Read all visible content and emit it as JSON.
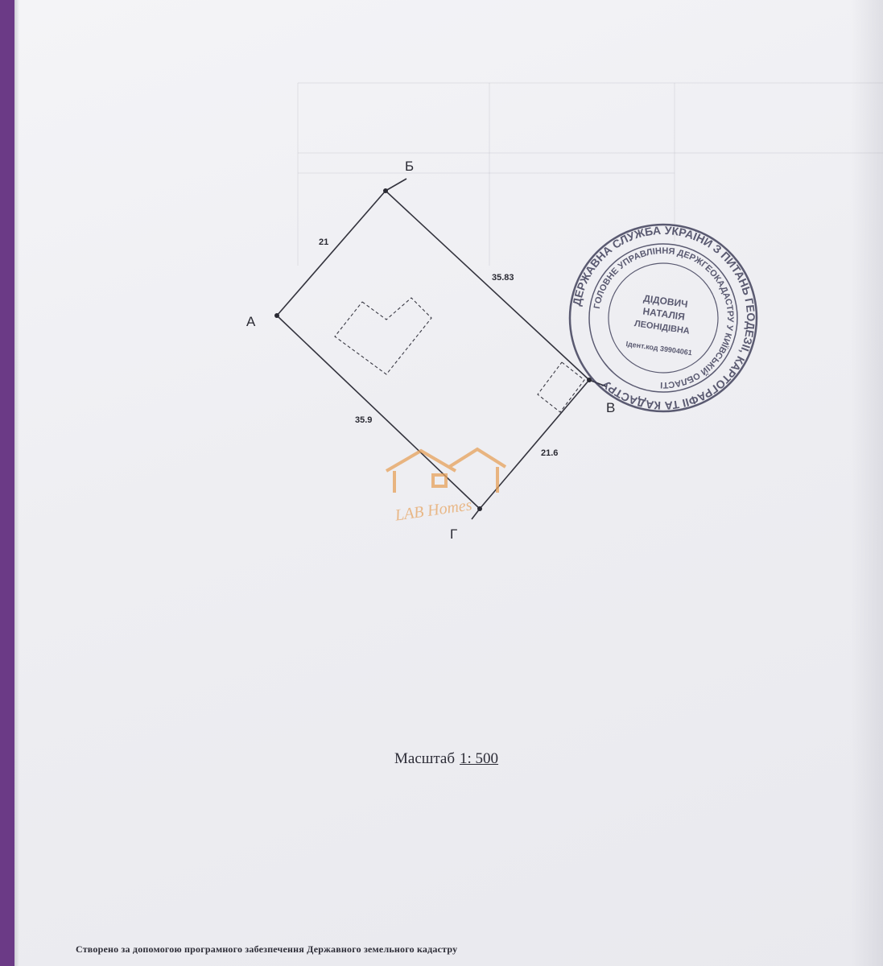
{
  "plan": {
    "points": {
      "a": "А",
      "b": "Б",
      "v": "В",
      "g": "Г"
    },
    "edges": {
      "ab": "21",
      "bv": "35.83",
      "ag": "35.9",
      "gv": "21.6"
    }
  },
  "stamp": {
    "outer_text": "ДЕРЖАВНА СЛУЖБА УКРАЇНИ З ПИТАНЬ ГЕОДЕЗІЇ, КАРТОГРАФІЇ ТА КАДАСТРУ",
    "inner_text": "ГОЛОВНЕ УПРАВЛІННЯ ДЕРЖГЕОКАДАСТРУ У КИЇВСЬКІЙ ОБЛАСТІ",
    "name_line1": "ДІДОВИЧ",
    "name_line2": "НАТАЛІЯ",
    "name_line3": "ЛЕОНІДІВНА",
    "ident": "Ідент.код 39904061"
  },
  "watermark": {
    "text": "LAB Homes"
  },
  "scale": {
    "label": "Масштаб",
    "value": "1: 500"
  },
  "footer": {
    "text": "Створено за допомогою програмного забезпечення Державного земельного кадастру"
  },
  "colors": {
    "ink": "#2c2c36",
    "stamp": "#3a3a55",
    "watermark": "#e7a15a"
  }
}
